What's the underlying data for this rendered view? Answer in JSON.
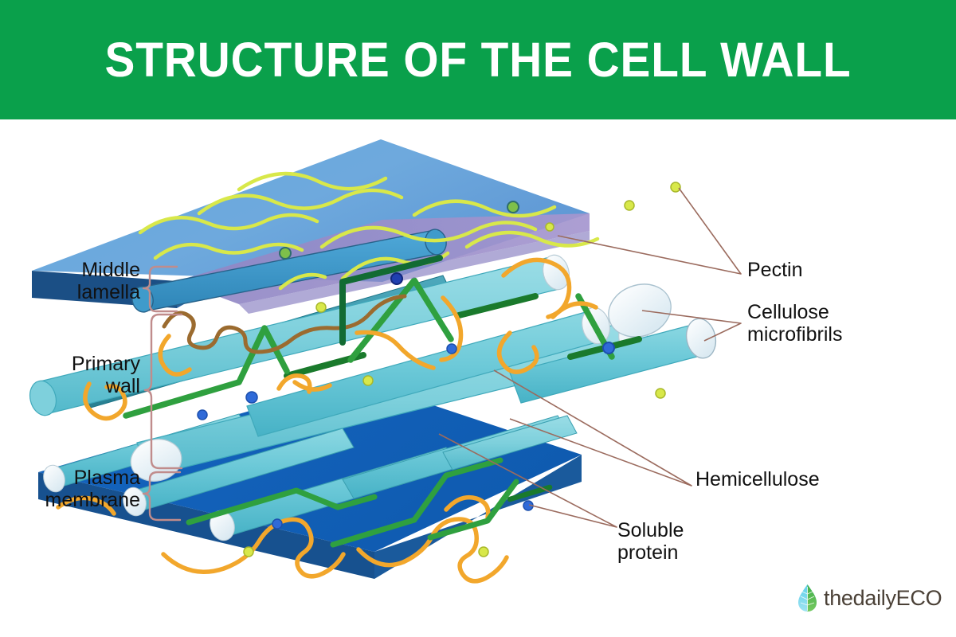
{
  "header": {
    "title": "STRUCTURE OF THE CELL WALL",
    "background_color": "#0aa04b",
    "text_color": "#ffffff"
  },
  "diagram": {
    "type": "exploded-3d-layer-diagram",
    "subject": "plant cell wall",
    "layers": [
      {
        "id": "middle-lamella",
        "label": "Middle\nlamella",
        "top_color": "#63a6dd",
        "under_color": "#9b8ec8",
        "edge_color": "#1b4f85"
      },
      {
        "id": "primary-wall",
        "label": "Primary\nwall",
        "top_color": "#6cc9d8",
        "under_color": "#2e8f9e",
        "edge_color": "#1d7c8c"
      },
      {
        "id": "plasma-membrane",
        "label": "Plasma\nmembrane",
        "top_color": "#1565c0",
        "under_color": "#0d4f9c",
        "edge_color": "#17518f"
      }
    ],
    "components": [
      {
        "id": "pectin",
        "label": "Pectin",
        "color": "#d8e84a"
      },
      {
        "id": "cellulose",
        "label": "Cellulose\nmicrofibrils",
        "color": "#6cc9d8"
      },
      {
        "id": "hemicellulose",
        "label": "Hemicellulose",
        "color": "#f2a72c"
      },
      {
        "id": "soluble-protein",
        "label": "Soluble\nprotein",
        "color": "#1f4fc4"
      }
    ],
    "brace_color": "#c08c8c",
    "leader_color": "#9b6b5e",
    "label_text_color": "#111111"
  },
  "left_labels": {
    "middle_lamella": "Middle\nlamella",
    "primary_wall": "Primary\nwall",
    "plasma_membrane": "Plasma\nmembrane"
  },
  "right_labels": {
    "pectin": "Pectin",
    "cellulose_microfibrils": "Cellulose\nmicrofibrils",
    "hemicellulose": "Hemicellulose",
    "soluble_protein": "Soluble\nprotein"
  },
  "logo": {
    "text": "thedailyECO",
    "icon": "leaf-droplet-icon",
    "text_color": "#4a4036",
    "leaf_blue": "#4cc3e8",
    "leaf_green": "#4caf50"
  }
}
